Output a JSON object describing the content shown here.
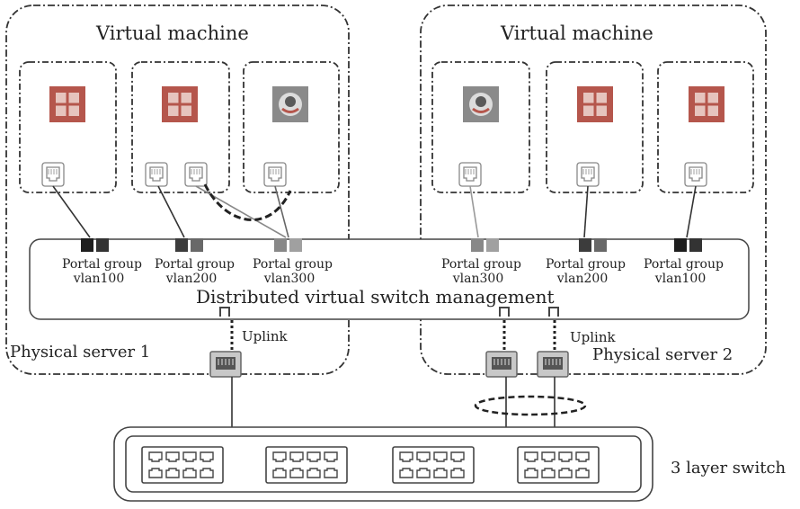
{
  "labels": {
    "vm_title_left": "Virtual machine",
    "vm_title_right": "Virtual machine",
    "dvs": "Distributed virtual switch management",
    "server1": "Physical server 1",
    "server2": "Physical server 2",
    "uplink_left": "Uplink",
    "uplink_right": "Uplink",
    "layer3_switch": "3 layer switch"
  },
  "portal_groups": [
    {
      "name": "Portal group",
      "vlan": "vlan100"
    },
    {
      "name": "Portal group",
      "vlan": "vlan200"
    },
    {
      "name": "Portal group",
      "vlan": "vlan300"
    },
    {
      "name": "Portal group",
      "vlan": "vlan300"
    },
    {
      "name": "Portal group",
      "vlan": "vlan200"
    },
    {
      "name": "Portal group",
      "vlan": "vlan100"
    }
  ],
  "vm_icons": [
    "windows-icon",
    "windows-icon",
    "linux-icon",
    "linux-icon",
    "windows-icon",
    "windows-icon"
  ],
  "colors": {
    "line": "#333333",
    "windows_tile": "#b5564c",
    "linux_tile": "#8a8a8a"
  }
}
